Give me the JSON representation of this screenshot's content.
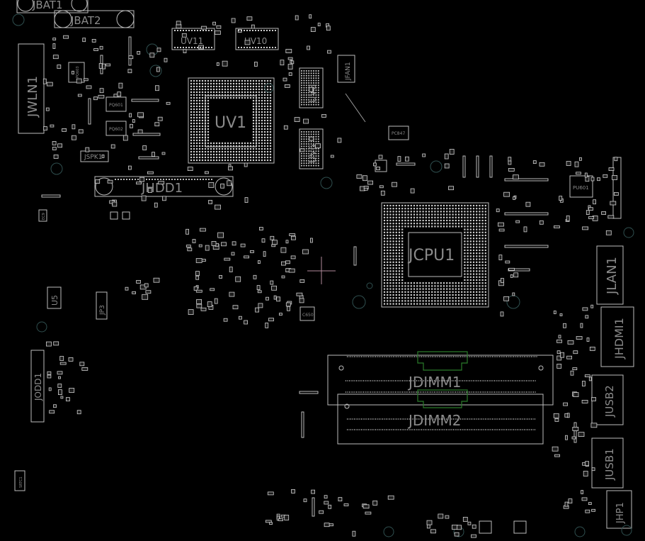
{
  "components": {
    "jbat1": "JBAT1",
    "jbat2": "JBAT2",
    "uv11": "UV11",
    "uv10": "UV10",
    "jwln1": "JWLN1",
    "uv1": "UV1",
    "uv8": "UV8",
    "uv6": "UV6",
    "jfan1": "JFAN1",
    "pc847": "PC847",
    "jhdd1": "JHDD1",
    "jspk1": "JSPK1",
    "pu601": "PU601",
    "jcpu1": "JCPU1",
    "jlan1": "JLAN1",
    "jhdmi1": "JHDMI1",
    "u5": "U5",
    "jp3": "JP3",
    "jodd1": "JODD1",
    "jdimm1": "JDIMM1",
    "jdimm2": "JDIMM2",
    "jusb2": "JUSB2",
    "jusb1": "JUSB1",
    "jhp1": "JHP1",
    "c650": "C650",
    "pq603": "PQ603",
    "pq601": "PQ601",
    "pq602": "PQ602",
    "srtc1": "SRTC1",
    "ec9": "EC9"
  },
  "colors": {
    "background": "#000000",
    "outline": "#bdbdbd",
    "silkscreen_text": "#8a8a8a",
    "green_outline": "#2a7a2a",
    "pink_cross": "#b08a9a"
  }
}
